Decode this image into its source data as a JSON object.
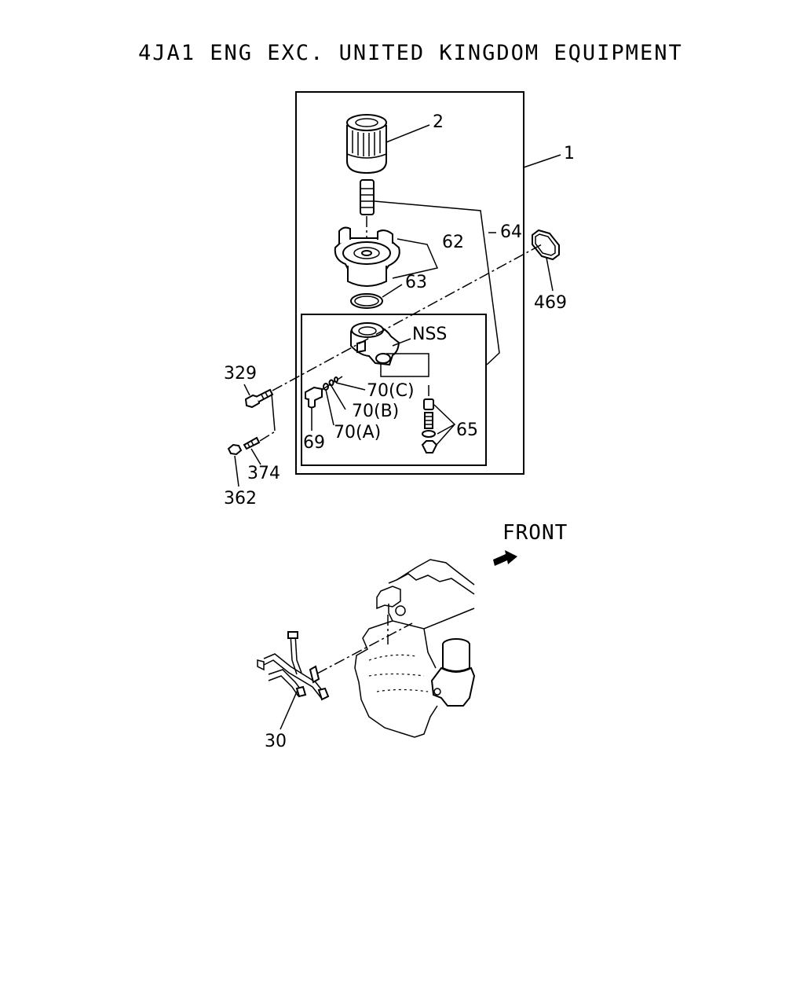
{
  "title": "4JA1 ENG EXC. UNITED KINGDOM EQUIPMENT",
  "direction_label": "FRONT",
  "callouts": {
    "c1": "1",
    "c2": "2",
    "c64": "64",
    "c62": "62",
    "c63": "63",
    "c469": "469",
    "cNSS": "NSS",
    "c329": "329",
    "c70c": "70(C)",
    "c70b": "70(B)",
    "c70a": "70(A)",
    "c69": "69",
    "c65": "65",
    "c374": "374",
    "c362": "362",
    "c30": "30"
  }
}
